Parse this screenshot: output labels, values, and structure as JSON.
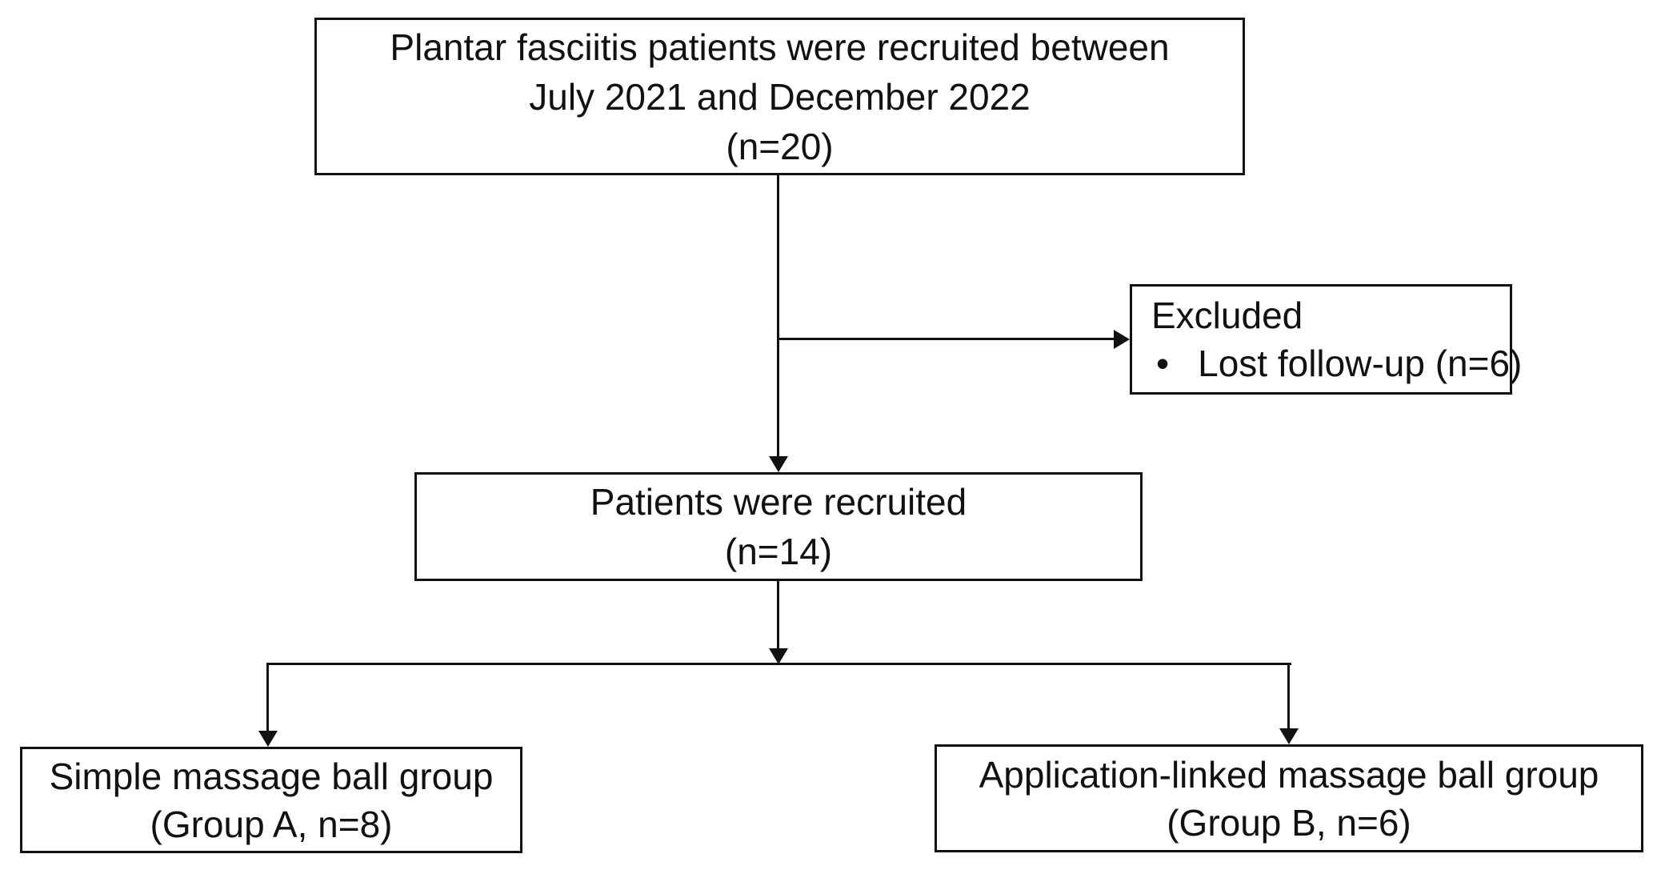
{
  "figure": {
    "background": "#ffffff",
    "line_color": "#111111",
    "text_color": "#111111"
  },
  "nodes": {
    "initial": {
      "lines": [
        "Plantar fasciitis patients were recruited between",
        "July 2021 and December 2022",
        "(n=20)"
      ]
    },
    "excluded": {
      "heading": "Excluded",
      "bullet": "•",
      "items": [
        "Lost follow-up (n=6)"
      ]
    },
    "recruited": {
      "lines": [
        "Patients were recruited",
        "(n=14)"
      ]
    },
    "group_a": {
      "lines": [
        "Simple massage ball group",
        "(Group A, n=8)"
      ]
    },
    "group_b": {
      "lines": [
        "Application-linked massage ball group",
        "(Group B, n=6)"
      ]
    }
  }
}
